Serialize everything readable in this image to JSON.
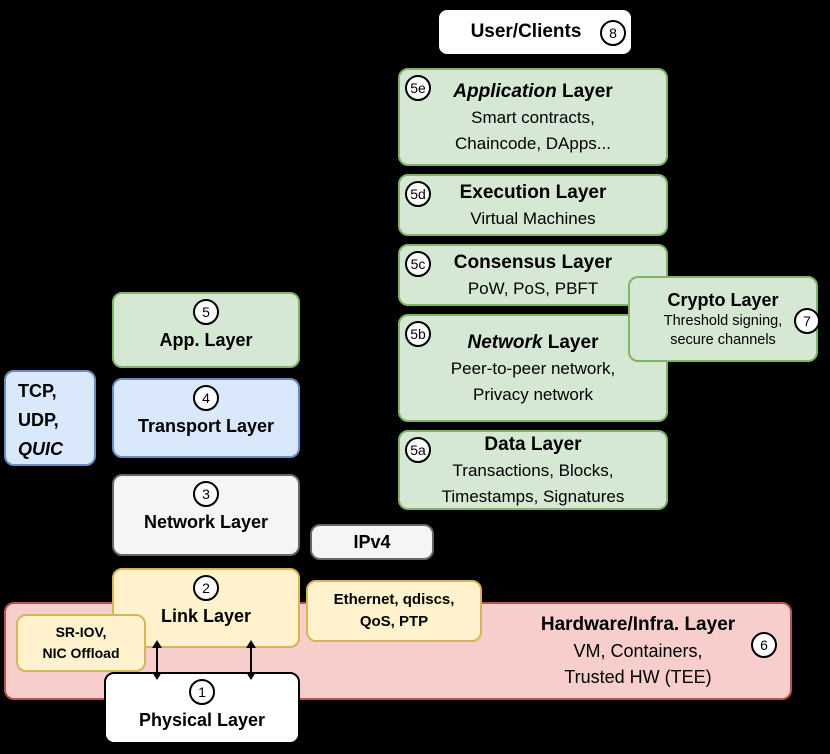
{
  "user_clients": {
    "label": "User/Clients",
    "badge": "8"
  },
  "blockchain_stack": [
    {
      "badge": "5e",
      "title_italic": "Application",
      "title_rest": " Layer",
      "lines": [
        "Smart contracts,",
        "Chaincode, DApps..."
      ]
    },
    {
      "badge": "5d",
      "title_italic": "",
      "title_rest": "Execution Layer",
      "lines": [
        "Virtual Machines"
      ]
    },
    {
      "badge": "5c",
      "title_italic": "",
      "title_rest": "Consensus Layer",
      "lines": [
        "PoW, PoS, PBFT"
      ]
    },
    {
      "badge": "5b",
      "title_italic": "Network",
      "title_rest": " Layer",
      "lines": [
        "Peer-to-peer network,",
        "Privacy network"
      ]
    },
    {
      "badge": "5a",
      "title_italic": "",
      "title_rest": "Data Layer",
      "lines": [
        "Transactions, Blocks,",
        "Timestamps, Signatures"
      ]
    }
  ],
  "crypto_layer": {
    "badge": "7",
    "title": "Crypto Layer",
    "lines": [
      "Threshold signing,",
      "secure channels"
    ]
  },
  "network_stack": {
    "app": {
      "badge": "5",
      "title": "App. Layer"
    },
    "transport": {
      "badge": "4",
      "title": "Transport Layer"
    },
    "network": {
      "badge": "3",
      "title": "Network Layer"
    },
    "link": {
      "badge": "2",
      "title": "Link Layer"
    },
    "physical": {
      "badge": "1",
      "title": "Physical Layer"
    }
  },
  "side_boxes": {
    "tcp": {
      "lines": [
        "TCP,",
        "UDP,"
      ],
      "italic_line": "QUIC"
    },
    "ipv4": {
      "label": "IPv4"
    },
    "ethernet": {
      "lines": [
        "Ethernet, qdiscs,",
        "QoS, PTP"
      ]
    },
    "sriov": {
      "lines": [
        "SR-IOV,",
        "NIC Offload"
      ]
    }
  },
  "hardware_layer": {
    "badge": "6",
    "title": "Hardware/Infra. Layer",
    "lines": [
      "VM, Containers,",
      "Trusted HW (TEE)"
    ]
  },
  "colors": {
    "background": "#000000",
    "green_fill": "#d5e8d4",
    "green_stroke": "#82b366",
    "blue_fill": "#dae8fc",
    "blue_stroke": "#6c8ebf",
    "yellow_fill": "#fff2cc",
    "yellow_stroke": "#d6b656",
    "gray_fill": "#f5f5f5",
    "gray_stroke": "#666666",
    "pink_fill": "#f8cecc",
    "pink_stroke": "#b85450",
    "white_fill": "#ffffff",
    "text": "#000000"
  }
}
